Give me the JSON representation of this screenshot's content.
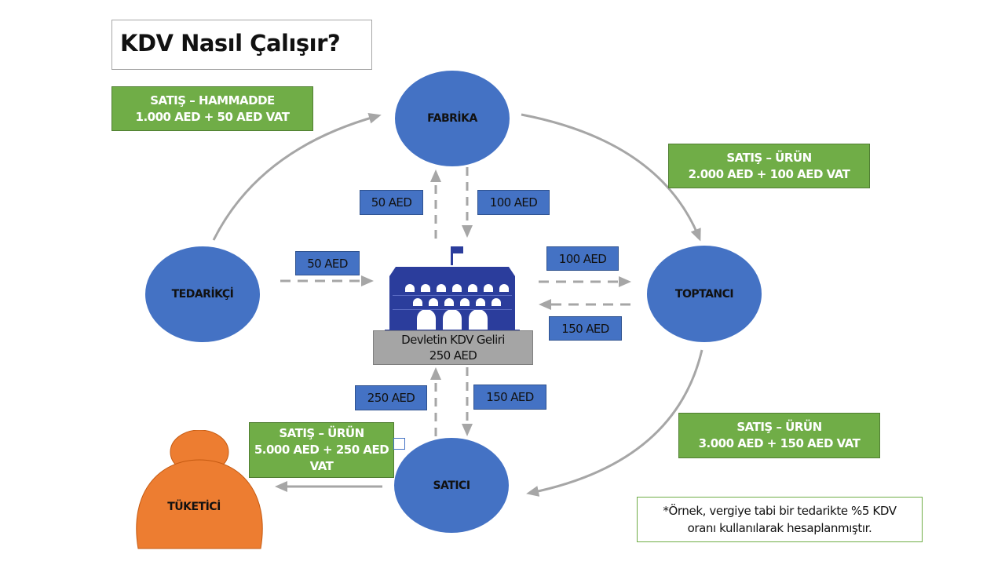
{
  "title": "KDV Nasıl Çalışır?",
  "colors": {
    "node_blue": "#4472c4",
    "sale_green": "#70ad47",
    "government_gray": "#a5a5a5",
    "consumer_orange": "#ed7d31",
    "arrow_gray": "#a6a6a6"
  },
  "nodes": {
    "tedarikci": "TEDARİKÇİ",
    "fabrika": "FABRİKA",
    "toptanci": "TOPTANCI",
    "satici": "SATICI",
    "tuketici": "TÜKETİCİ"
  },
  "sales": [
    {
      "line1": "SATIŞ – HAMMADDE",
      "line2": "1.000 AED + 50 AED VAT"
    },
    {
      "line1": "SATIŞ – ÜRÜN",
      "line2": "2.000 AED + 100 AED VAT"
    },
    {
      "line1": "SATIŞ – ÜRÜN",
      "line2": "3.000 AED + 150 AED VAT"
    },
    {
      "line1": "SATIŞ – ÜRÜN",
      "line2": "5.000 AED + 250 AED",
      "line3": "VAT"
    }
  ],
  "tax_flows": {
    "tedarikci_to_gov": "50 AED",
    "gov_to_fabrika": "50 AED",
    "fabrika_to_gov": "100 AED",
    "toptanci_to_gov": "100 AED",
    "gov_to_toptanci": "150 AED",
    "gov_to_satici": "150 AED",
    "satici_to_gov": "250 AED"
  },
  "government": {
    "label": "Devletin KDV Geliri",
    "amount": "250 AED"
  },
  "note": {
    "line1": "*Örnek, vergiye tabi bir tedarikte %5 KDV",
    "line2": "oranı kullanılarak hesaplanmıştır."
  }
}
